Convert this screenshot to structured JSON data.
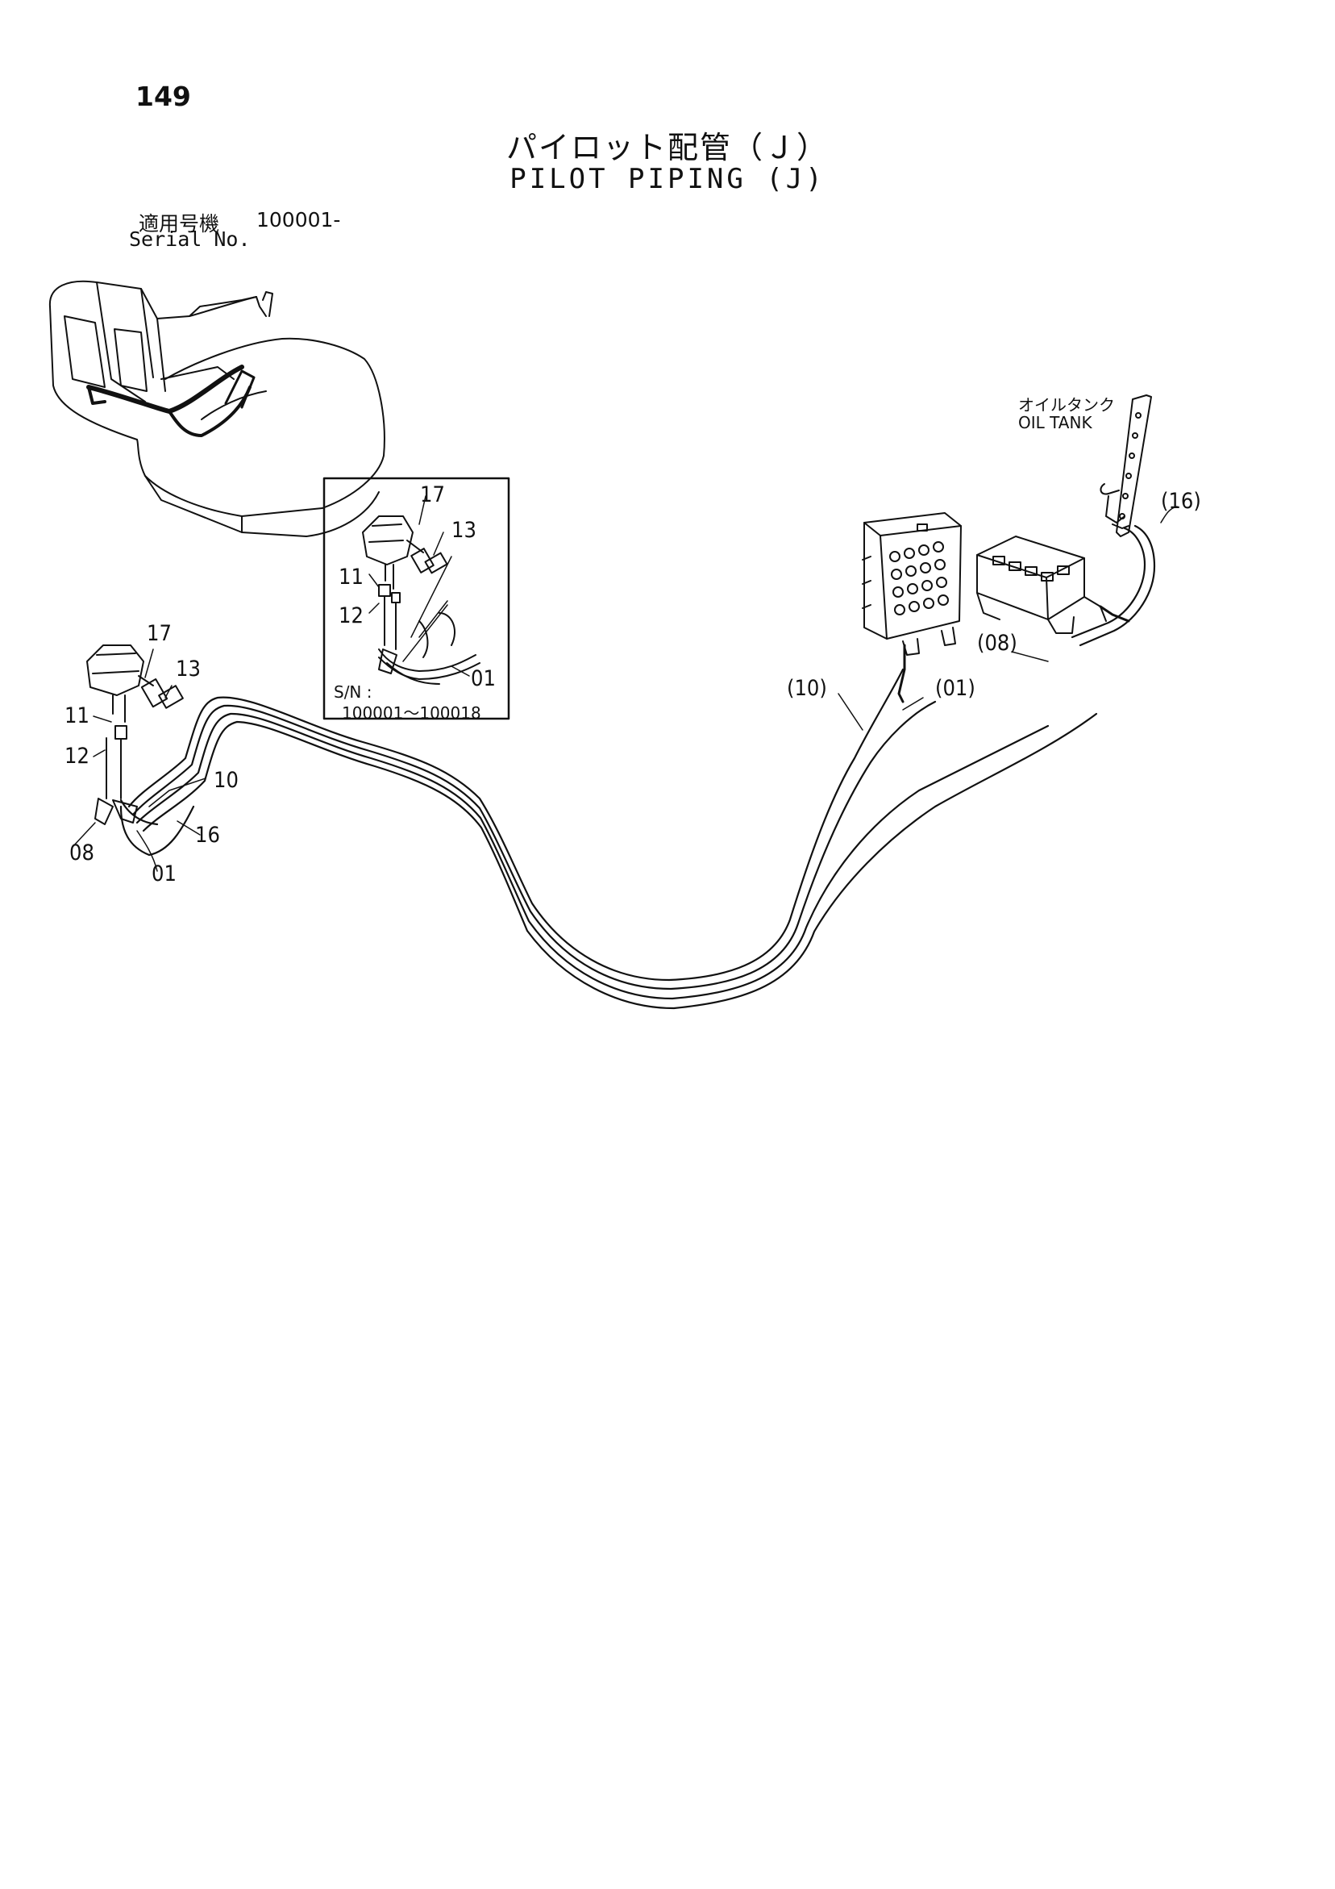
{
  "page": {
    "number": "149",
    "title_jp": "パイロット配管（Ｊ）",
    "title_en": "PILOT PIPING (J)"
  },
  "serial": {
    "label_jp": "適用号機",
    "label_en": "Serial No.",
    "value": "100001-"
  },
  "inset": {
    "sn_label": "S/N :",
    "sn_range": "100001～100018",
    "callouts": [
      "17",
      "13",
      "11",
      "12",
      "01"
    ]
  },
  "main_callouts": [
    "17",
    "13",
    "11",
    "12",
    "10",
    "16",
    "08",
    "01"
  ],
  "right_callouts": [
    "(16)",
    "(08)",
    "(10)",
    "(01)"
  ],
  "oil_tank": {
    "label_jp": "オイルタンク",
    "label_en": "OIL TANK"
  }
}
